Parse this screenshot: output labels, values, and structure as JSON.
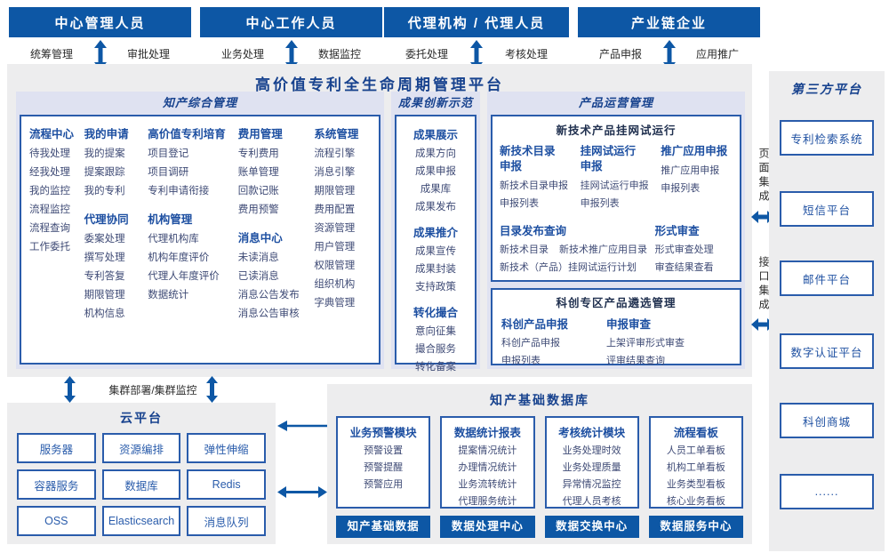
{
  "colors": {
    "primary_blue": "#0d57a5",
    "navy_title": "#17428e",
    "header_blue": "#1d4fa1",
    "item_text": "#3e4a75",
    "panel_gray": "#ededee",
    "section_lavender": "#dfe2f1",
    "box_border": "#2a5cab"
  },
  "top_roles": [
    {
      "title": "中心管理人员",
      "left_label": "统筹管理",
      "right_label": "审批处理"
    },
    {
      "title": "中心工作人员",
      "left_label": "业务处理",
      "right_label": "数据监控"
    },
    {
      "title": "代理机构 / 代理人员",
      "left_label": "委托处理",
      "right_label": "考核处理"
    },
    {
      "title": "产业链企业",
      "left_label": "产品申报",
      "right_label": "应用推广"
    }
  ],
  "platform_title": "高价值专利全生命周期管理平台",
  "ip_mgmt": {
    "title": "知产综合管理",
    "blocks": {
      "process": {
        "header": "流程中心",
        "items": [
          "待我处理",
          "经我处理",
          "我的监控",
          "流程监控",
          "流程查询",
          "工作委托"
        ]
      },
      "myapply": {
        "header": "我的申请",
        "items": [
          "我的提案",
          "提案跟踪",
          "我的专利"
        ]
      },
      "agency": {
        "header": "代理协同",
        "items": [
          "委案处理",
          "撰写处理",
          "专利答复",
          "期限管理",
          "机构信息"
        ]
      },
      "cultivation": {
        "header": "高价值专利培育",
        "items": [
          "项目登记",
          "项目调研",
          "专利申请衔接"
        ]
      },
      "org": {
        "header": "机构管理",
        "items": [
          "代理机构库",
          "机构年度评价",
          "代理人年度评价",
          "数据统计"
        ]
      },
      "fee": {
        "header": "费用管理",
        "items": [
          "专利费用",
          "账单管理",
          "回款记账",
          "费用预警"
        ]
      },
      "message": {
        "header": "消息中心",
        "items": [
          "未读消息",
          "已读消息",
          "消息公告发布",
          "消息公告审核"
        ]
      },
      "system": {
        "header": "系统管理",
        "items": [
          "流程引擎",
          "消息引擎",
          "期限管理",
          "费用配置",
          "资源管理",
          "用户管理",
          "权限管理",
          "组织机构",
          "字典管理"
        ]
      }
    }
  },
  "achievement": {
    "title": "成果创新示范",
    "blocks": {
      "display": {
        "header": "成果展示",
        "items": [
          "成果方向",
          "成果申报",
          "成果库",
          "成果发布"
        ]
      },
      "promote": {
        "header": "成果推介",
        "items": [
          "成果宣传",
          "成果封装",
          "支持政策"
        ]
      },
      "match": {
        "header": "转化撮合",
        "items": [
          "意向征集",
          "撮合服务",
          "转化备案"
        ]
      }
    }
  },
  "product_ops": {
    "title": "产品运营管理",
    "trial": {
      "title": "新技术产品挂网试运行",
      "cols": [
        {
          "header": "新技术目录申报",
          "items": [
            "新技术目录申报",
            "申报列表"
          ]
        },
        {
          "header": "挂网试运行申报",
          "items": [
            "挂网试运行申报",
            "申报列表"
          ]
        },
        {
          "header": "推广应用申报",
          "items": [
            "推广应用申报",
            "申报列表"
          ]
        }
      ],
      "catalog": {
        "header": "目录发布查询",
        "row1a": "新技术目录",
        "row1b": "新技术推广应用目录",
        "row2": "新技术（产品）挂网试运行计划"
      },
      "review": {
        "header": "形式审查",
        "items": [
          "形式审查处理",
          "审查结果查看"
        ]
      }
    },
    "selection": {
      "title": "科创专区产品遴选管理",
      "cols": [
        {
          "header": "科创产品申报",
          "items": [
            "科创产品申报",
            "申报列表"
          ]
        },
        {
          "header": "申报审查",
          "items": [
            "上架评审形式审查",
            "评审结果查询"
          ]
        }
      ]
    }
  },
  "integration": {
    "page": "页面集成",
    "interface": "接口集成"
  },
  "third_party": {
    "title": "第三方平台",
    "systems": [
      "专利检索系统",
      "短信平台",
      "邮件平台",
      "数字认证平台",
      "科创商城",
      "......"
    ]
  },
  "cluster_label": "集群部署/集群监控",
  "cloud": {
    "title": "云平台",
    "services": [
      "服务器",
      "资源编排",
      "弹性伸缩",
      "容器服务",
      "数据库",
      "Redis",
      "OSS",
      "Elasticsearch",
      "消息队列"
    ]
  },
  "ip_database": {
    "title": "知产基础数据库",
    "modules": [
      {
        "header": "业务预警模块",
        "items": [
          "预警设置",
          "预警提醒",
          "预警应用"
        ],
        "footer": "知产基础数据"
      },
      {
        "header": "数据统计报表",
        "items": [
          "提案情况统计",
          "办理情况统计",
          "业务流转统计",
          "代理服务统计"
        ],
        "footer": "数据处理中心"
      },
      {
        "header": "考核统计模块",
        "items": [
          "业务处理时效",
          "业务处理质量",
          "异常情况监控",
          "代理人员考核"
        ],
        "footer": "数据交换中心"
      },
      {
        "header": "流程看板",
        "items": [
          "人员工单看板",
          "机构工单看板",
          "业务类型看板",
          "核心业务看板"
        ],
        "footer": "数据服务中心"
      }
    ]
  }
}
